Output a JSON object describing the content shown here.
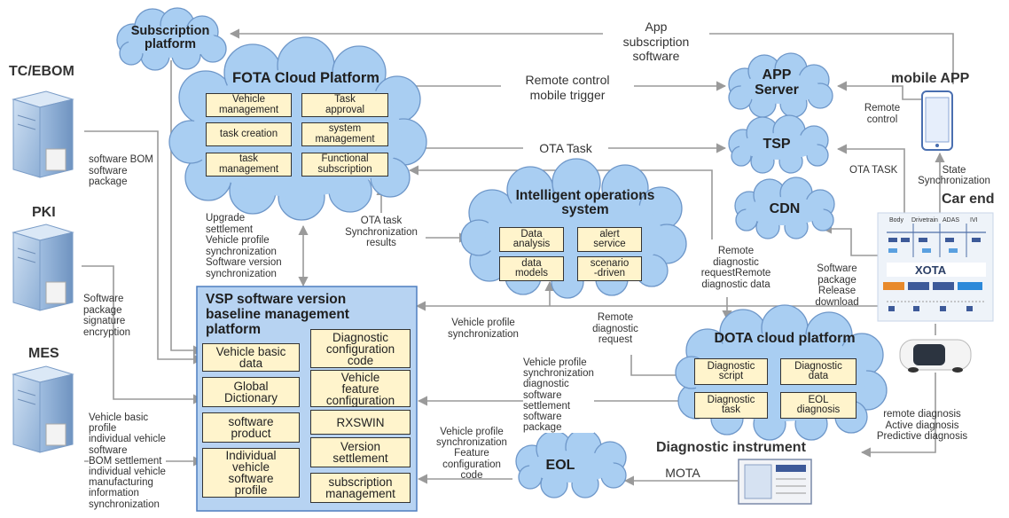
{
  "actors": {
    "tc_ebom": "TC/EBOM",
    "pki": "PKI",
    "mes": "MES",
    "mobile_app": "mobile APP",
    "car_end": "Car end",
    "diagnostic_instrument": "Diagnostic instrument"
  },
  "clouds": {
    "subscription": "Subscription\nplatform",
    "fota": "FOTA Cloud Platform",
    "app_server": "APP\nServer",
    "tsp": "TSP",
    "cdn": "CDN",
    "intelligent_ops": "Intelligent operations\nsystem",
    "dota": "DOTA cloud platform",
    "eol": "EOL"
  },
  "fota_modules": {
    "vehicle_management": "Vehicle\nmanagement",
    "task_approval": "Task\napproval",
    "task_creation": "task creation",
    "system_management": "system\nmanagement",
    "task_management": "task\nmanagement",
    "functional_subscription": "Functional\nsubscription"
  },
  "ops_modules": {
    "data_analysis": "Data\nanalysis",
    "alert_service": "alert\nservice",
    "data_models": "data\nmodels",
    "scenario_driven": "scenario\n-driven"
  },
  "dota_modules": {
    "diagnostic_script": "Diagnostic\nscript",
    "diagnostic_data": "Diagnostic\ndata",
    "diagnostic_task": "Diagnostic\ntask",
    "eol_diagnosis": "EOL\ndiagnosis"
  },
  "vsp": {
    "title": "VSP software version\nbaseline management\nplatform",
    "vehicle_basic_data": "Vehicle basic\ndata",
    "global_dictionary": "Global\nDictionary",
    "software_product": "software\nproduct",
    "individual_profile": "Individual\nvehicle\nsoftware\nprofile",
    "diagnostic_config_code": "Diagnostic\nconfiguration\ncode",
    "vehicle_feature_config": "Vehicle\nfeature\nconfiguration",
    "rxswin": "RXSWIN",
    "version_settlement": "Version\nsettlement",
    "subscription_management": "subscription\nmanagement"
  },
  "xota": {
    "title": "XOTA",
    "domains": [
      "Body",
      "Drivetrain",
      "ADAS",
      "IVI"
    ]
  },
  "flows": {
    "app_subscription": "App\nsubscription\nsoftware",
    "remote_control_trigger": "Remote control\nmobile trigger",
    "remote_control": "Remote\ncontrol",
    "ota_task_center": "OTA Task",
    "ota_task_right": "OTA TASK",
    "state_sync": "State\nSynchronization",
    "software_bom": "software BOM\nsoftware\npackage",
    "upgrade_settlement": "Upgrade\nsettlement\nVehicle profile\nsynchronization\nSoftware version\nsynchronization",
    "ota_task_sync": "OTA task\nSynchronization\nresults",
    "remote_diag_data": "Remote\ndiagnostic\nrequestRemote\ndiagnostic data",
    "sw_package_release": "Software\npackage\nRelease\ndownload",
    "pki_signature": "Software\npackage\nsignature\nencryption",
    "vehicle_profile_sync_mid": "Vehicle profile\nsynchronization",
    "remote_diag_request": "Remote\ndiagnostic\nrequest",
    "vsp_dota": "Vehicle profile\nsynchronization\ndiagnostic\nsoftware\nsettlement\nsoftware\npackage",
    "vsp_eol": "Vehicle profile\nsynchronization\nFeature\nconfiguration\ncode",
    "mes_vsp": "Vehicle basic\nprofile\nindividual vehicle\nsoftware\nBOM settlement\nindividual vehicle\nmanufacturing\ninformation\nsynchronization",
    "mota": "MOTA",
    "diagnosis_types": "remote diagnosis\nActive diagnosis\nPredictive diagnosis"
  }
}
